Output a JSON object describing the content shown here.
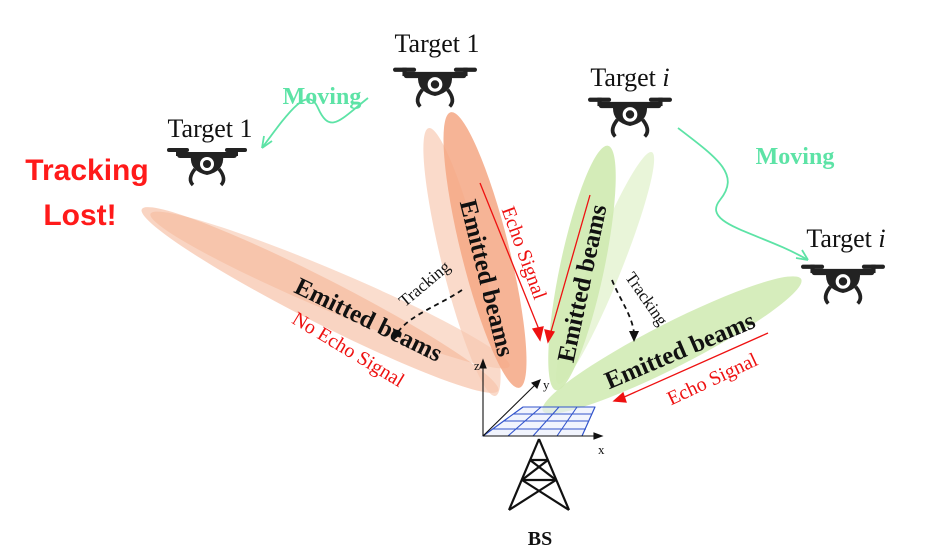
{
  "labels": {
    "target1_top": "Target 1",
    "target1_left": "Target 1",
    "target_i_word": "Target",
    "target_i_var": "i",
    "moving_left": "Moving",
    "moving_right": "Moving",
    "tracking_lost_line1": "Tracking",
    "tracking_lost_line2": "Lost!",
    "emitted_beams": "Emitted beams",
    "echo_signal": "Echo Signal",
    "no_echo_signal": "No Echo Signal",
    "tracking": "Tracking",
    "axis_x": "x",
    "axis_y": "y",
    "axis_z": "z",
    "bs": "BS"
  },
  "colors": {
    "moving": "#5de3a6",
    "tracking_lost": "#ff1a1a",
    "echo": "#ee1111",
    "beam_orange_light": "#f7c6ad",
    "beam_orange": "#f4a784",
    "beam_green": "#cfeab0",
    "beam_green_light": "#e3f2cf",
    "grid_blue": "#3355cc",
    "drone": "#222222"
  }
}
